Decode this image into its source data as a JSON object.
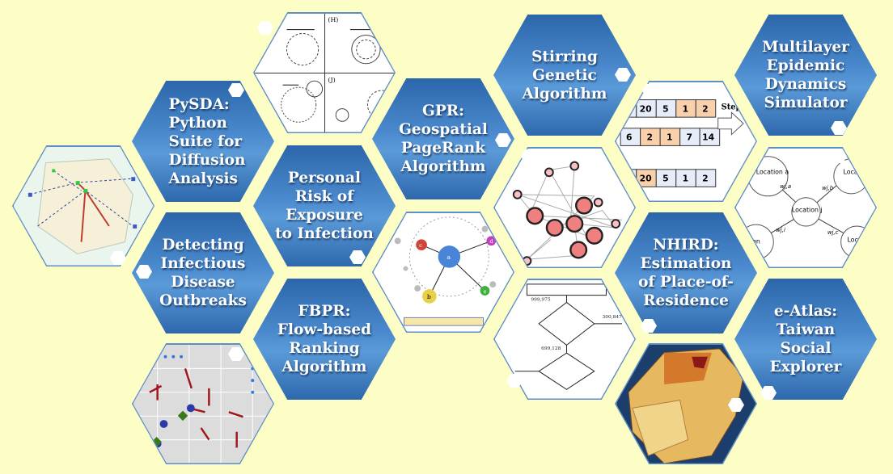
{
  "projects": [
    {
      "title": "PySDA:\nPython\nSuite for\nDiffusion\nAnalysis"
    },
    {
      "title": "Detecting\nInfectious\nDisease\nOutbreaks"
    },
    {
      "title": "Personal\nRisk of\nExposure\nto Infection"
    },
    {
      "title": "FBPR:\nFlow-based\nRanking\nAlgorithm"
    },
    {
      "title": "GPR:\nGeospatial\nPageRank\nAlgorithm"
    },
    {
      "title": "Stirring\nGenetic\nAlgorithm"
    },
    {
      "title": "NHIRD:\nEstimation\nof Place-of-\nResidence"
    },
    {
      "title": "Multilayer\nEpidemic\nDynamics\nSimulator"
    },
    {
      "title": "e-Atlas:\nTaiwan\nSocial\nExplorer"
    }
  ],
  "images": {
    "diagram_labels": [
      "(H)",
      "(J)"
    ],
    "array_rows": [
      [
        "20",
        "5",
        "1",
        "2"
      ],
      [
        "6",
        "2",
        "1",
        "7",
        "14"
      ],
      [
        "20",
        "5",
        "1",
        "2"
      ]
    ],
    "array_step": "Step",
    "location": {
      "center": "Location\nj",
      "a": "Location\na",
      "b": "Loca\nb",
      "i": "ation",
      "c": "Loca",
      "wja": "wj,a",
      "wjb": "wj,b",
      "wji": "wj,i",
      "wjc": "wj,c"
    },
    "graph_nodes": [
      "a",
      "b",
      "c",
      "d",
      "e"
    ]
  }
}
